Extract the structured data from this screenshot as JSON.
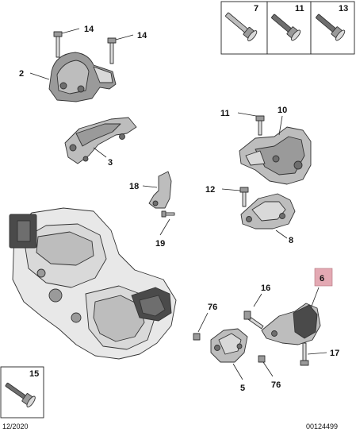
{
  "callouts": {
    "c2": "2",
    "c3": "3",
    "c5": "5",
    "c6": "6",
    "c7": "7",
    "c8": "8",
    "c10": "10",
    "c11a": "11",
    "c11b": "11",
    "c12": "12",
    "c13": "13",
    "c14a": "14",
    "c14b": "14",
    "c15": "15",
    "c16": "16",
    "c17": "17",
    "c18": "18",
    "c19": "19",
    "c76a": "76",
    "c76b": "76"
  },
  "footer": {
    "date": "12/2020",
    "reference": "00124499"
  },
  "colors": {
    "highlight": "#e3a9b3",
    "line": "#222222",
    "part_gray": "#9a9a9a"
  }
}
